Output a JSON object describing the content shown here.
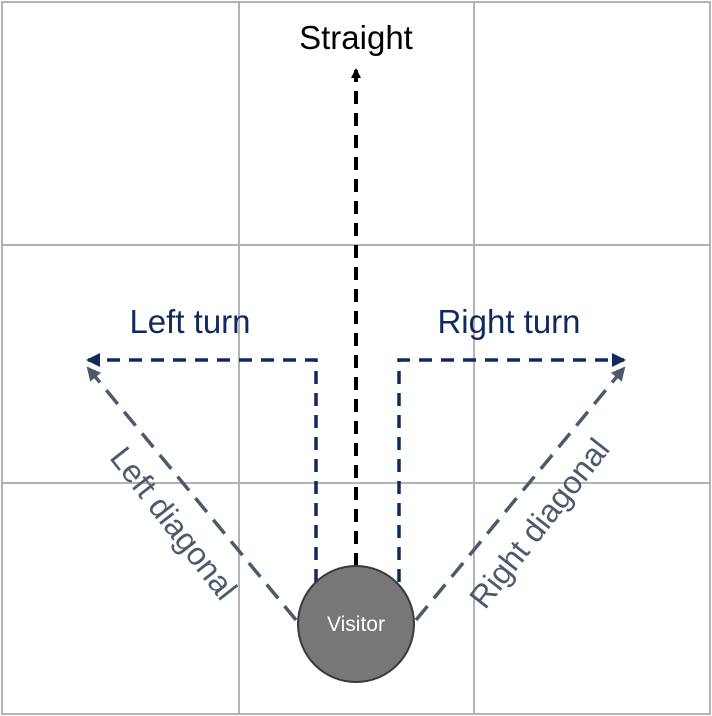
{
  "labels": {
    "straight": "Straight",
    "left_turn": "Left turn",
    "right_turn": "Right turn",
    "left_diagonal": "Left diagonal",
    "right_diagonal": "Right diagonal",
    "visitor": "Visitor"
  },
  "grid": {
    "rows": 3,
    "cols": 3
  },
  "colors": {
    "grid": "#b3b3b3",
    "straight": "#000000",
    "turn": "#0f2a5c",
    "diagonal": "#4d5a6e",
    "visitor_fill": "#777777",
    "visitor_text": "#ffffff"
  }
}
